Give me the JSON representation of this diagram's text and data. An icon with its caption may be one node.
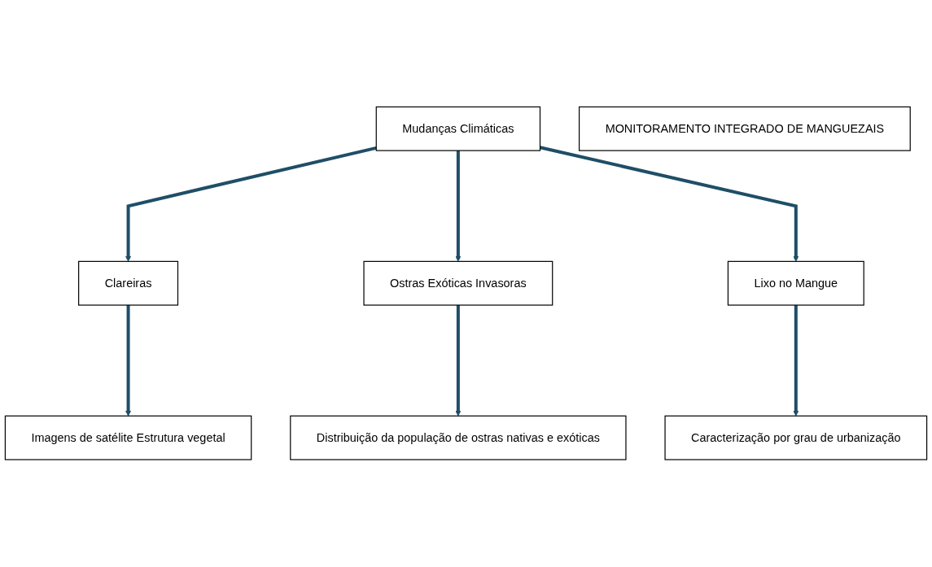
{
  "diagram": {
    "nodes": [
      {
        "text": [
          "MONITORAMENTO INTEGRADO DE MANGUEZAIS"
        ]
      },
      {
        "text": [
          "Mudanças Climáticas"
        ]
      },
      {
        "text": [
          "Clareiras"
        ]
      },
      {
        "text": [
          "Imagens de satélite Estrutura vegetal"
        ]
      },
      {
        "text": [
          "Ostras Exóticas Invasoras"
        ]
      },
      {
        "text": [
          "Distribuição da população de ostras nativas e exóticas"
        ]
      },
      {
        "text": [
          "Lixo no Mangue"
        ]
      },
      {
        "text": [
          "Caracterização por grau de urbanização"
        ]
      }
    ],
    "edges": [
      {
        "from": 1,
        "to": 2,
        "arrow": "to"
      },
      {
        "from": 1,
        "to": 4,
        "arrow": "to"
      },
      {
        "from": 1,
        "to": 6,
        "arrow": "to"
      },
      {
        "from": 2,
        "to": 3,
        "arrow": "to"
      },
      {
        "from": 4,
        "to": 5,
        "arrow": "to"
      },
      {
        "from": 6,
        "to": 7,
        "arrow": "to"
      }
    ]
  }
}
